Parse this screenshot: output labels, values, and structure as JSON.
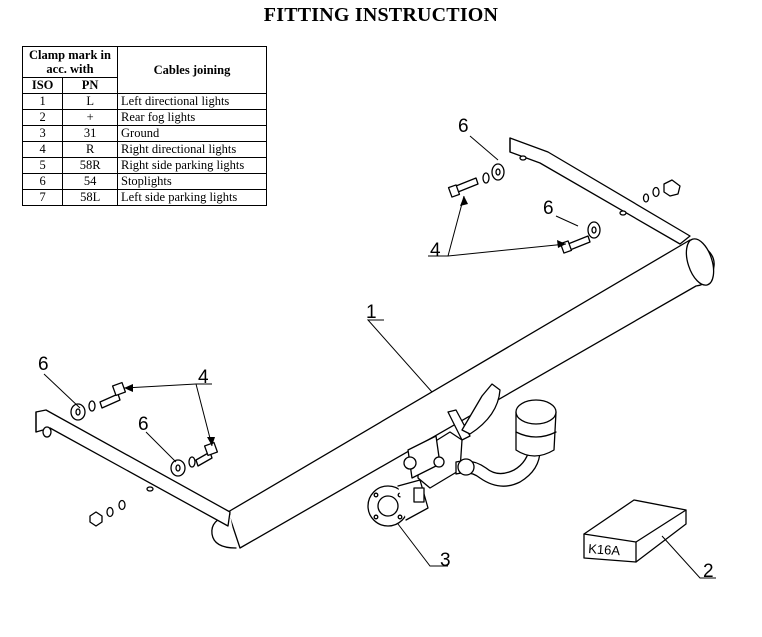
{
  "title": "FITTING INSTRUCTION",
  "table": {
    "header_clamp": "Clamp mark in acc. with",
    "header_cables": "Cables joining",
    "header_iso": "ISO",
    "header_pn": "PN",
    "rows": [
      {
        "iso": "1",
        "pn": "L",
        "cable": "Left directional lights"
      },
      {
        "iso": "2",
        "pn": "+",
        "cable": "Rear fog lights"
      },
      {
        "iso": "3",
        "pn": "31",
        "cable": "Ground"
      },
      {
        "iso": "4",
        "pn": "R",
        "cable": "Right directional lights"
      },
      {
        "iso": "5",
        "pn": "58R",
        "cable": "Right side parking lights"
      },
      {
        "iso": "6",
        "pn": "54",
        "cable": "Stoplights"
      },
      {
        "iso": "7",
        "pn": "58L",
        "cable": "Left side parking lights"
      }
    ]
  },
  "callouts": {
    "crossbar": "1",
    "kit_box": "2",
    "socket_plate": "3",
    "bolts_right": "4",
    "bolts_left": "4",
    "washer_right_top": "6",
    "washer_right_mid": "6",
    "washer_left_top": "6",
    "washer_left_mid": "6"
  },
  "kit_box_label": "K16A"
}
